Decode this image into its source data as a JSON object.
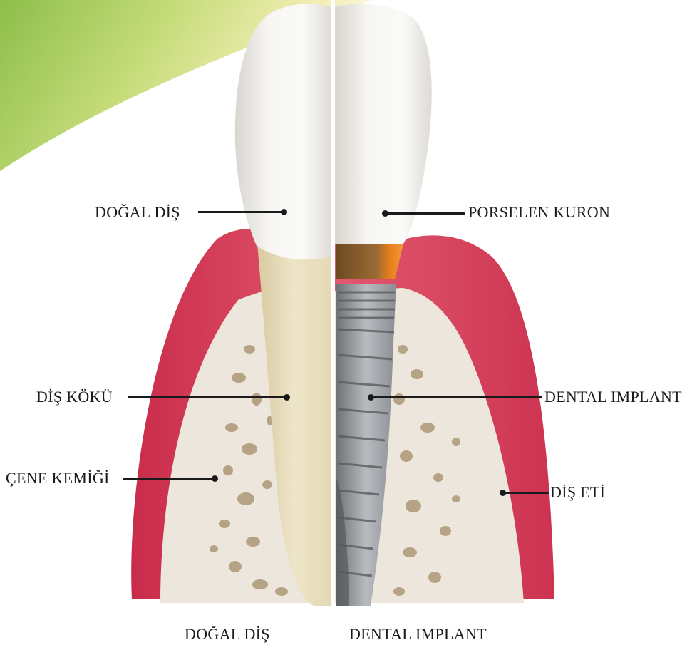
{
  "labels": {
    "natural_crown": "DOĞAL DİŞ",
    "porcelain_crown": "PORSELEN KURON",
    "tooth_root": "DİŞ KÖKÜ",
    "dental_implant": "DENTAL IMPLANT",
    "jaw_bone": "ÇENE KEMİĞİ",
    "gum": "DİŞ ETİ",
    "bottom_left": "DOĞAL DİŞ",
    "bottom_right": "DENTAL IMPLANT"
  },
  "colors": {
    "gum": "#d43a56",
    "gum_light": "#f0a0ae",
    "bone": "#ece6dc",
    "bone_spot": "#a08a68",
    "enamel": "#f1efeb",
    "root": "#e3d7b4",
    "implant": "#8f9296",
    "abutment": "#8a5a28",
    "abutment_orange": "#e8801a",
    "corner_green": "#9cc55a",
    "corner_yellow": "#f3eeb0"
  }
}
